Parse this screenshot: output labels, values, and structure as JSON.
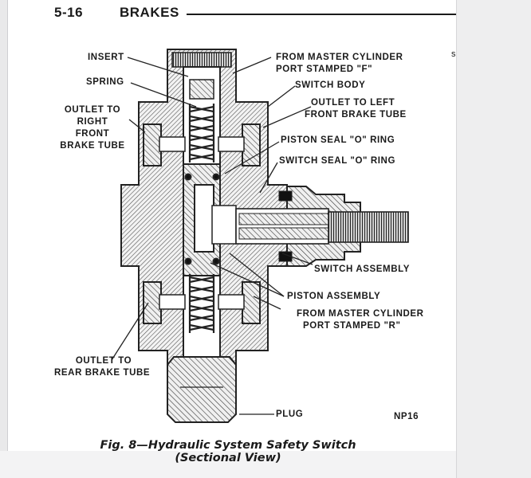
{
  "header": {
    "section": "5-16",
    "title": "BRAKES"
  },
  "stray_mark": "s",
  "labels": {
    "insert": "INSERT",
    "spring": "SPRING",
    "outlet_right_1": "OUTLET TO",
    "outlet_right_2": "RIGHT",
    "outlet_right_3": "FRONT",
    "outlet_right_4": "BRAKE TUBE",
    "from_mc_f_1": "FROM MASTER CYLINDER",
    "from_mc_f_2": "PORT STAMPED \"F\"",
    "switch_body": "SWITCH BODY",
    "outlet_left_1": "OUTLET TO LEFT",
    "outlet_left_2": "FRONT BRAKE TUBE",
    "piston_seal": "PISTON SEAL \"O\" RING",
    "switch_seal": "SWITCH SEAL \"O\" RING",
    "switch_assembly": "SWITCH ASSEMBLY",
    "piston_assembly": "PISTON ASSEMBLY",
    "from_mc_r_1": "FROM MASTER CYLINDER",
    "from_mc_r_2": "PORT STAMPED \"R\"",
    "outlet_rear_1": "OUTLET TO",
    "outlet_rear_2": "REAR BRAKE TUBE",
    "plug": "PLUG",
    "code": "NP16"
  },
  "caption": {
    "line1": "Fig. 8—Hydraulic System Safety Switch",
    "line2": "(Sectional View)"
  }
}
